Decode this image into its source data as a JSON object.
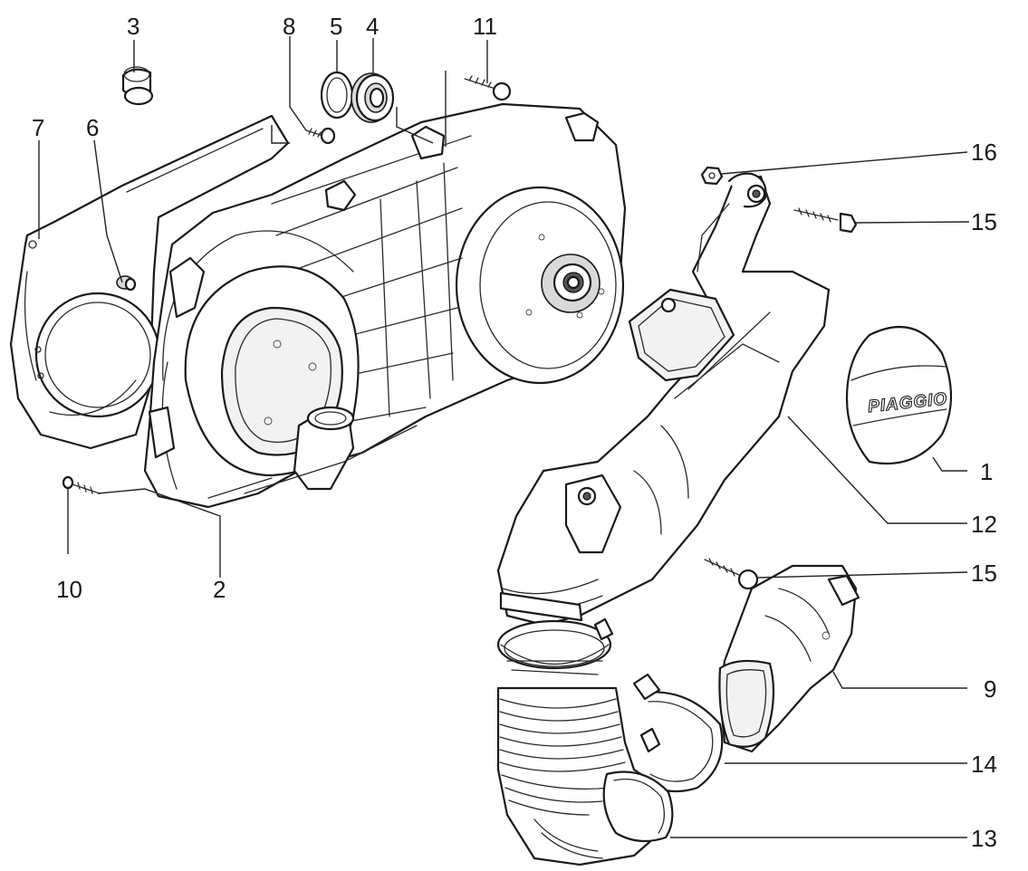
{
  "diagram": {
    "brand_text": "PIAGGIO",
    "callouts": {
      "c1": "1",
      "c2": "2",
      "c3": "3",
      "c4": "4",
      "c5": "5",
      "c6": "6",
      "c7": "7",
      "c8": "8",
      "c9": "9",
      "c10": "10",
      "c11": "11",
      "c12": "12",
      "c13": "13",
      "c14": "14",
      "c15a": "15",
      "c15b": "15",
      "c16": "16"
    }
  }
}
